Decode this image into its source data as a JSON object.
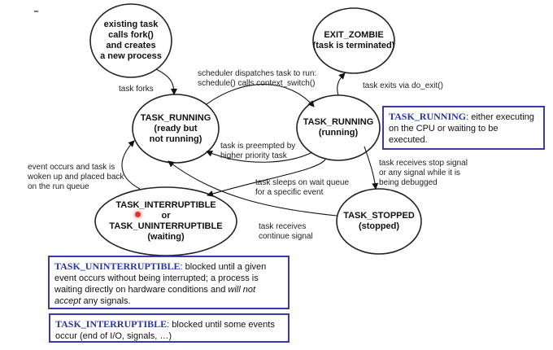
{
  "states": {
    "fork": [
      "existing task",
      "calls fork()",
      "and creates",
      "a new process"
    ],
    "exit_zombie": [
      "EXIT_ZOMBIE",
      "(task is terminated)"
    ],
    "ready": [
      "TASK_RUNNING",
      "(ready but",
      "not running)"
    ],
    "running": [
      "TASK_RUNNING",
      "(running)"
    ],
    "waiting": [
      "TASK_INTERRUPTIBLE",
      "or",
      "TASK_UNINTERRUPTIBLE",
      "(waiting)"
    ],
    "stopped": [
      "TASK_STOPPED",
      "(stopped)"
    ]
  },
  "transitions": {
    "task_forks": "task forks",
    "dispatch_1": "scheduler dispatches task to run:",
    "dispatch_2": "schedule() calls context_switch()",
    "exits": "task exits via do_exit()",
    "preempt_1": "task is preempted by",
    "preempt_2": "higher priority task",
    "event_1": "event occurs and task is",
    "event_2": "woken up and placed back",
    "event_3": "on the run queue",
    "sleeps_1": "task sleeps on wait queue",
    "sleeps_2": "for a specific event",
    "stop_1": "task receives stop signal",
    "stop_2": "or any signal while it is",
    "stop_3": "being debugged",
    "continue_1": "task receives",
    "continue_2": "continue signal"
  },
  "notes": {
    "running": {
      "keyword": "TASK_RUNNING",
      "text": ": either executing on the CPU or waiting to be executed."
    },
    "uninterruptible": {
      "keyword": "TASK_UNINTERRUPTIBLE",
      "text_1": ": blocked until a given event occurs without being interrupted; a process is waiting directly on hardware conditions and ",
      "em": "will not accept",
      "text_2": " any signals."
    },
    "interruptible": {
      "keyword": "TASK_INTERRUPTIBLE",
      "text": ": blocked until some events occur (end of I/O, signals, …)"
    }
  },
  "colors": {
    "note_border": "#3a3aa8",
    "keyword": "#2a35a0",
    "cursor_dot": "#dd3333"
  }
}
